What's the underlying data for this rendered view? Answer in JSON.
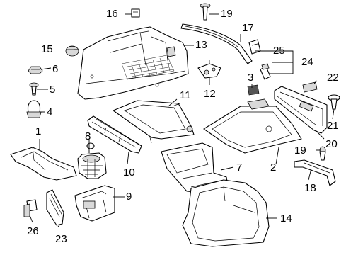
{
  "callouts": [
    {
      "id": "1",
      "text": "1"
    },
    {
      "id": "2",
      "text": "2"
    },
    {
      "id": "3",
      "text": "3"
    },
    {
      "id": "4",
      "text": "4"
    },
    {
      "id": "5",
      "text": "5"
    },
    {
      "id": "6",
      "text": "6"
    },
    {
      "id": "7",
      "text": "7"
    },
    {
      "id": "8",
      "text": "8"
    },
    {
      "id": "9",
      "text": "9"
    },
    {
      "id": "10",
      "text": "10"
    },
    {
      "id": "11",
      "text": "11"
    },
    {
      "id": "12",
      "text": "12"
    },
    {
      "id": "13",
      "text": "13"
    },
    {
      "id": "14",
      "text": "14"
    },
    {
      "id": "15",
      "text": "15"
    },
    {
      "id": "16",
      "text": "16"
    },
    {
      "id": "17",
      "text": "17"
    },
    {
      "id": "18",
      "text": "18"
    },
    {
      "id": "19a",
      "text": "19"
    },
    {
      "id": "19b",
      "text": "19"
    },
    {
      "id": "20",
      "text": "20"
    },
    {
      "id": "21",
      "text": "21"
    },
    {
      "id": "22",
      "text": "22"
    },
    {
      "id": "23",
      "text": "23"
    },
    {
      "id": "24",
      "text": "24"
    },
    {
      "id": "25",
      "text": "25"
    },
    {
      "id": "26",
      "text": "26"
    }
  ]
}
